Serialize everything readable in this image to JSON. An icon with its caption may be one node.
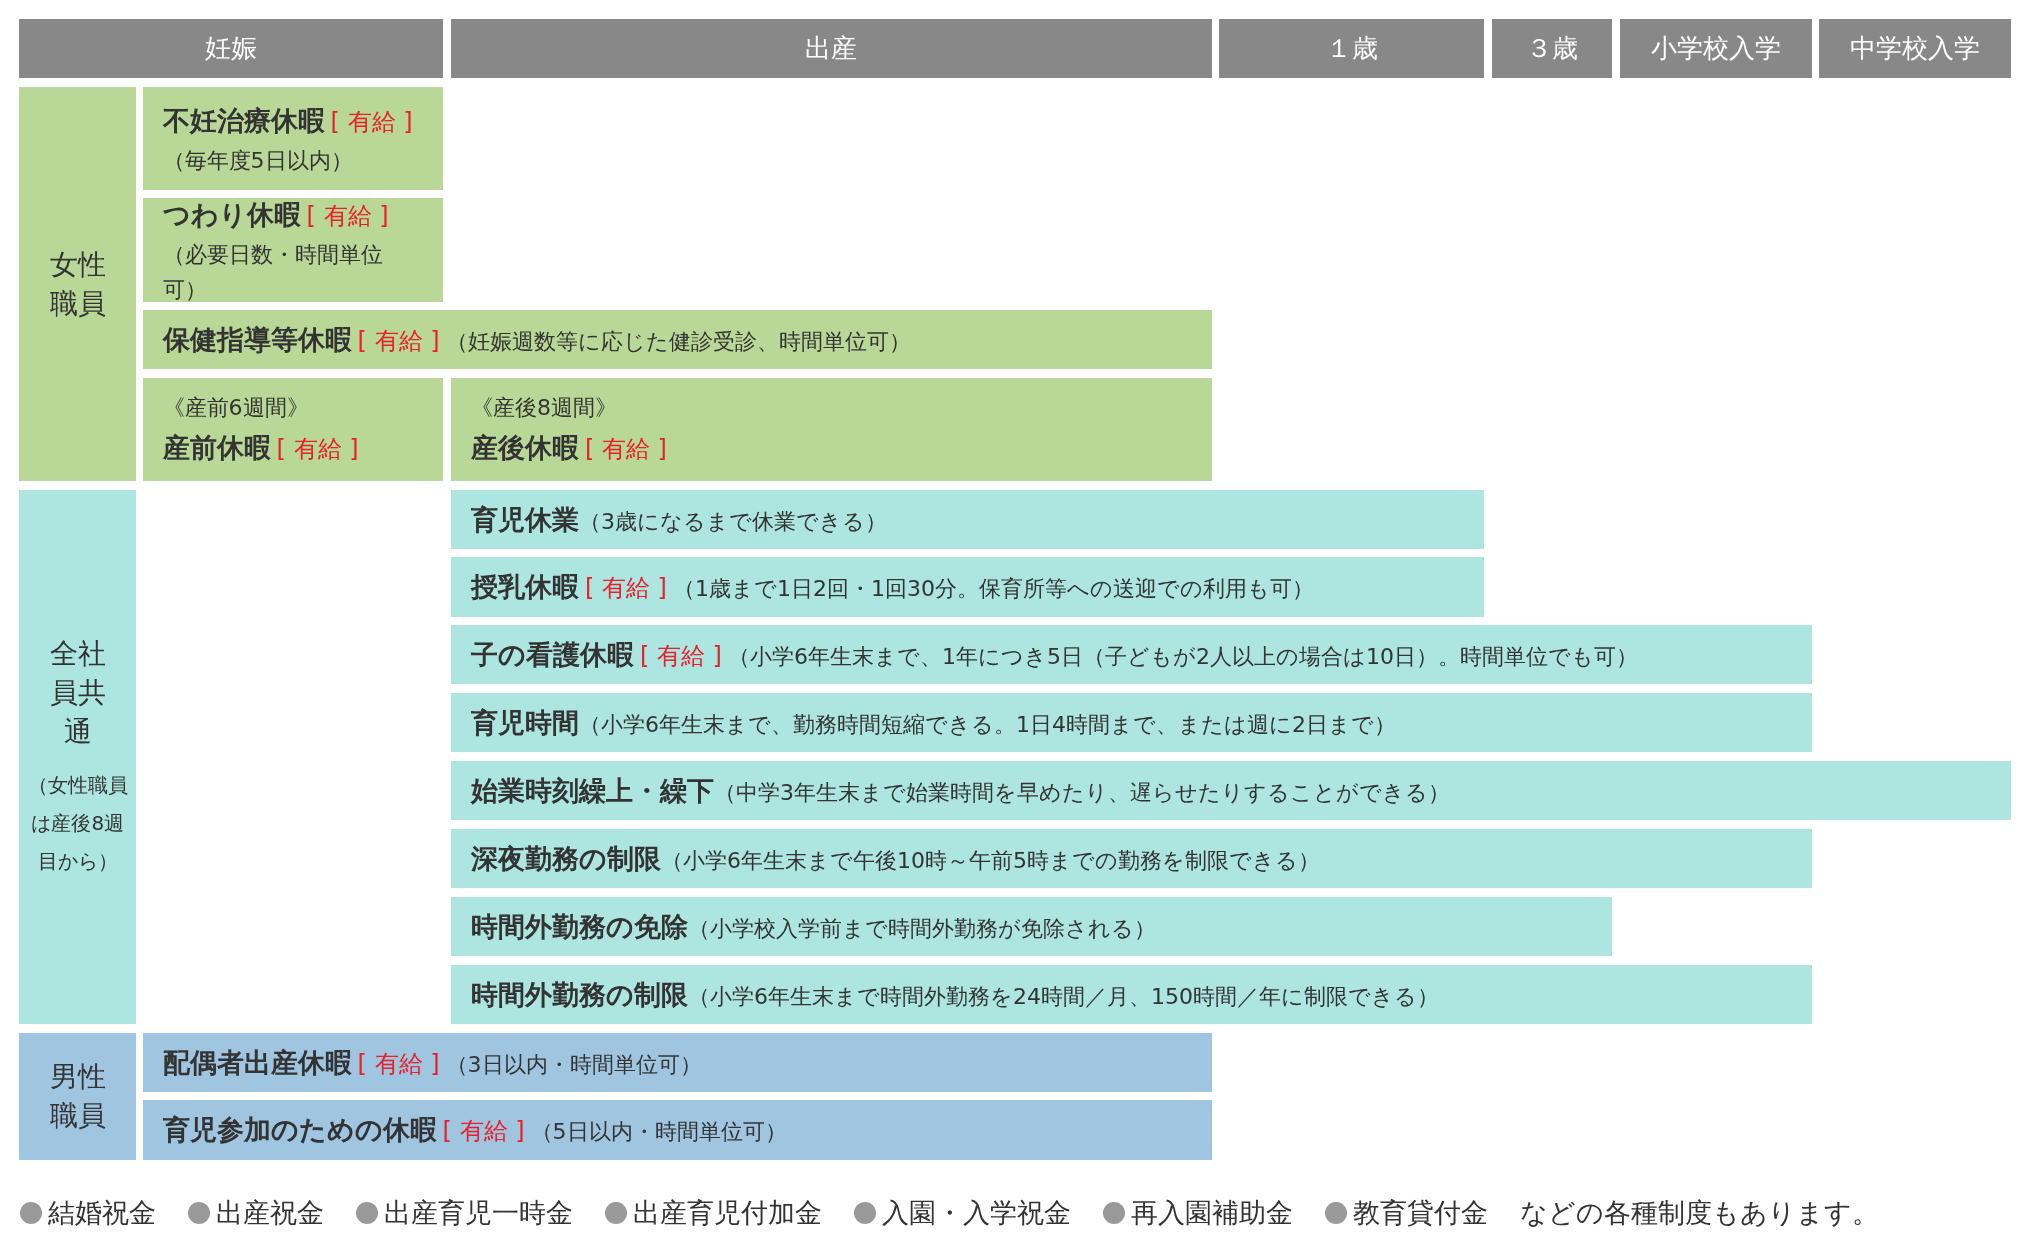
{
  "diagram": {
    "nodes": [
      {
        "text": [
          "妊娠"
        ]
      },
      {
        "text": [
          "出産"
        ]
      },
      {
        "text": [
          "１歳"
        ]
      },
      {
        "text": [
          "３歳"
        ]
      },
      {
        "text": [
          "小学校入学"
        ]
      },
      {
        "text": [
          "中学校入学"
        ]
      },
      {
        "text": [
          "女性職員"
        ]
      },
      {
        "text": [
          "不妊治療休暇",
          "[ 有給 ]",
          "（毎年度5日以内）"
        ]
      },
      {
        "text": [
          "つわり休暇",
          "[ 有給 ]",
          "（必要日数・時間単位可）"
        ]
      },
      {
        "text": [
          "保健指導等休暇",
          "[ 有給 ]",
          "（妊娠週数等に応じた健診受診、時間単位可）"
        ]
      },
      {
        "text": [
          "《産前6週間》",
          "産前休暇",
          "[ 有給 ]"
        ]
      },
      {
        "text": [
          "《産後8週間》",
          "産後休暇",
          "[ 有給 ]"
        ]
      },
      {
        "text": [
          "全社員共通",
          "（女性職員は産後8週目から）"
        ]
      },
      {
        "text": [
          "育児休業",
          "（3歳になるまで休業できる）"
        ]
      },
      {
        "text": [
          "授乳休暇",
          "[ 有給 ]",
          "（1歳まで1日2回・1回30分。保育所等への送迎での利用も可）"
        ]
      },
      {
        "text": [
          "子の看護休暇",
          "[ 有給 ]",
          "（小学6年生末まで、1年につき5日（子どもが2人以上の場合は10日）。時間単位でも可）"
        ]
      },
      {
        "text": [
          "育児時間",
          "（小学6年生末まで、勤務時間短縮できる。1日4時間まで、または週に2日まで）"
        ]
      },
      {
        "text": [
          "始業時刻繰上・繰下",
          "（中学3年生末まで始業時間を早めたり、遅らせたりすることができる）"
        ]
      },
      {
        "text": [
          "深夜勤務の制限",
          "（小学6年生末まで午後10時～午前5時までの勤務を制限できる）"
        ]
      },
      {
        "text": [
          "時間外勤務の免除",
          "（小学校入学前まで時間外勤務が免除される）"
        ]
      },
      {
        "text": [
          "時間外勤務の制限",
          "（小学6年生末まで時間外勤務を24時間／月、150時間／年に制限できる）"
        ]
      },
      {
        "text": [
          "男性職員"
        ]
      },
      {
        "text": [
          "配偶者出産休暇",
          "[ 有給 ]",
          "（3日以内・時間単位可）"
        ]
      },
      {
        "text": [
          "育児参加のための休暇",
          "[ 有給 ]",
          "（5日以内・時間単位可）"
        ]
      }
    ],
    "labels": [
      "結婚祝金",
      "出産祝金",
      "出産育児一時金",
      "出産育児付加金",
      "入園・入学祝金",
      "再入園補助金",
      "教育貸付金",
      "などの各種制度もあります。"
    ]
  }
}
